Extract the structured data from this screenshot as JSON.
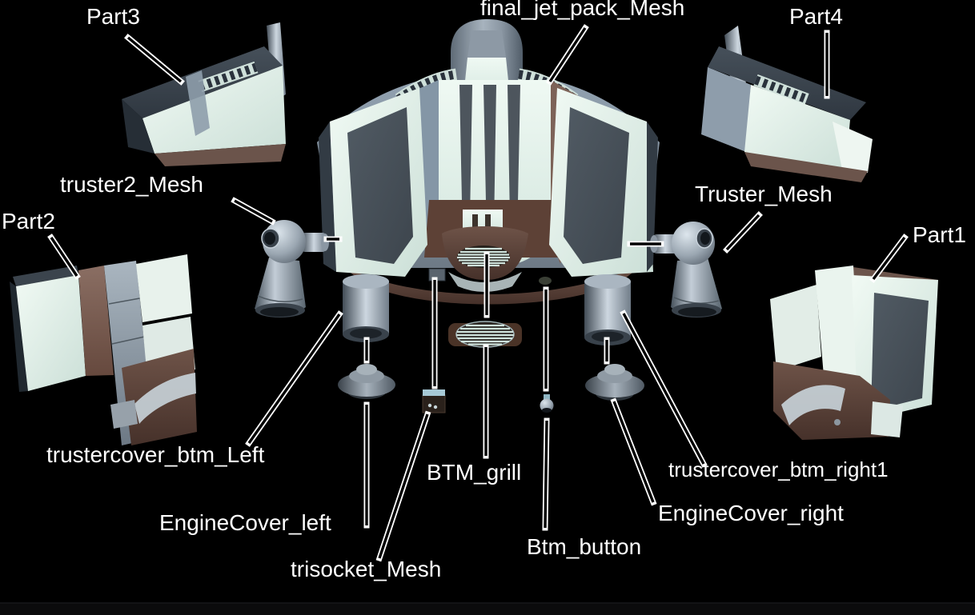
{
  "scene": {
    "background": "#000000",
    "label_color": "#ffffff",
    "leader_color": "#ffffff",
    "palette": {
      "mint_panel": "#dcebe4",
      "steel_blue": "#8da0b0",
      "slate_window": "#4a535b",
      "hull_brown": "#7c6158",
      "silver_metal": "#aeb9c3",
      "dome_gray": "#8b97a3"
    }
  },
  "callouts": [
    {
      "id": "part3",
      "text": "Part3"
    },
    {
      "id": "final_jet_pack_mesh",
      "text": "final_jet_pack_Mesh"
    },
    {
      "id": "part4",
      "text": "Part4"
    },
    {
      "id": "truster2_mesh",
      "text": "truster2_Mesh"
    },
    {
      "id": "truster_mesh",
      "text": "Truster_Mesh"
    },
    {
      "id": "part2",
      "text": "Part2"
    },
    {
      "id": "part1",
      "text": "Part1"
    },
    {
      "id": "trustercover_btm_left",
      "text": "trustercover_btm_Left"
    },
    {
      "id": "btm_grill",
      "text": "BTM_grill"
    },
    {
      "id": "trustercover_btm_right1",
      "text": "trustercover_btm_right1"
    },
    {
      "id": "enginecover_left",
      "text": "EngineCover_left"
    },
    {
      "id": "enginecover_right",
      "text": "EngineCover_right"
    },
    {
      "id": "trisocket_mesh",
      "text": "trisocket_Mesh"
    },
    {
      "id": "btm_button",
      "text": "Btm_button"
    }
  ]
}
